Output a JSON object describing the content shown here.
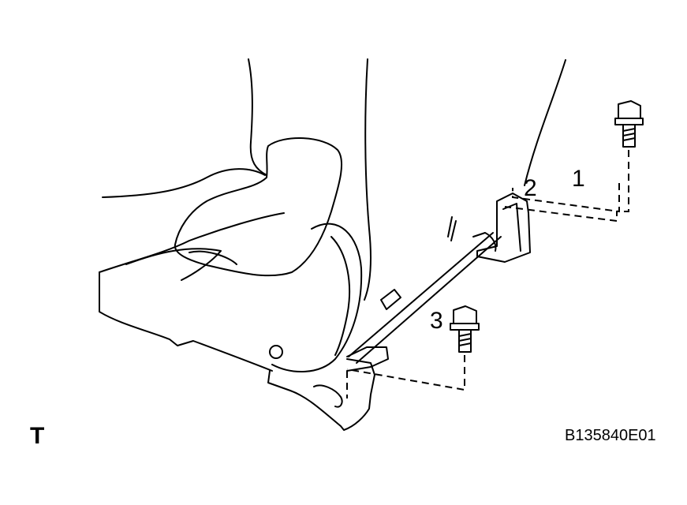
{
  "callouts": {
    "one": "1",
    "two": "2",
    "three": "3"
  },
  "corner_letter": "T",
  "figure_id": "B135840E01",
  "colors": {
    "line": "#000000",
    "background": "#ffffff"
  }
}
